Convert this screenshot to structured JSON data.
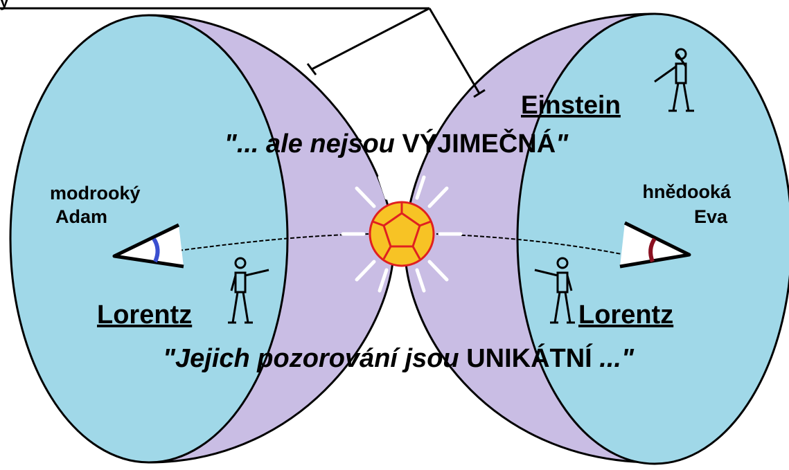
{
  "diagram": {
    "left_name": "Lorentz",
    "right_name": "Lorentz",
    "top_right_name": "Einstein",
    "left_observer": {
      "line1": "modrooký",
      "line2": "Adam"
    },
    "right_observer": {
      "line1": "hnědooká",
      "line2": "Eva"
    },
    "top_quote": {
      "italic": "\"... ale nejsou ",
      "bold": "VÝJIMEČNÁ",
      "close": "\""
    },
    "bottom_quote": {
      "italic": "\"Jejich pozorování jsou ",
      "bold": "UNIKÁTNÍ",
      "close": " ...\""
    }
  },
  "colors": {
    "inner_disc": "#a0d8e8",
    "outer_band": "#c9bde4",
    "outline": "#000000",
    "sun_fill": "#f7c325",
    "sun_edge": "#e02020",
    "adam_iris": "#3a4fd0",
    "eva_iris": "#8a1020"
  }
}
